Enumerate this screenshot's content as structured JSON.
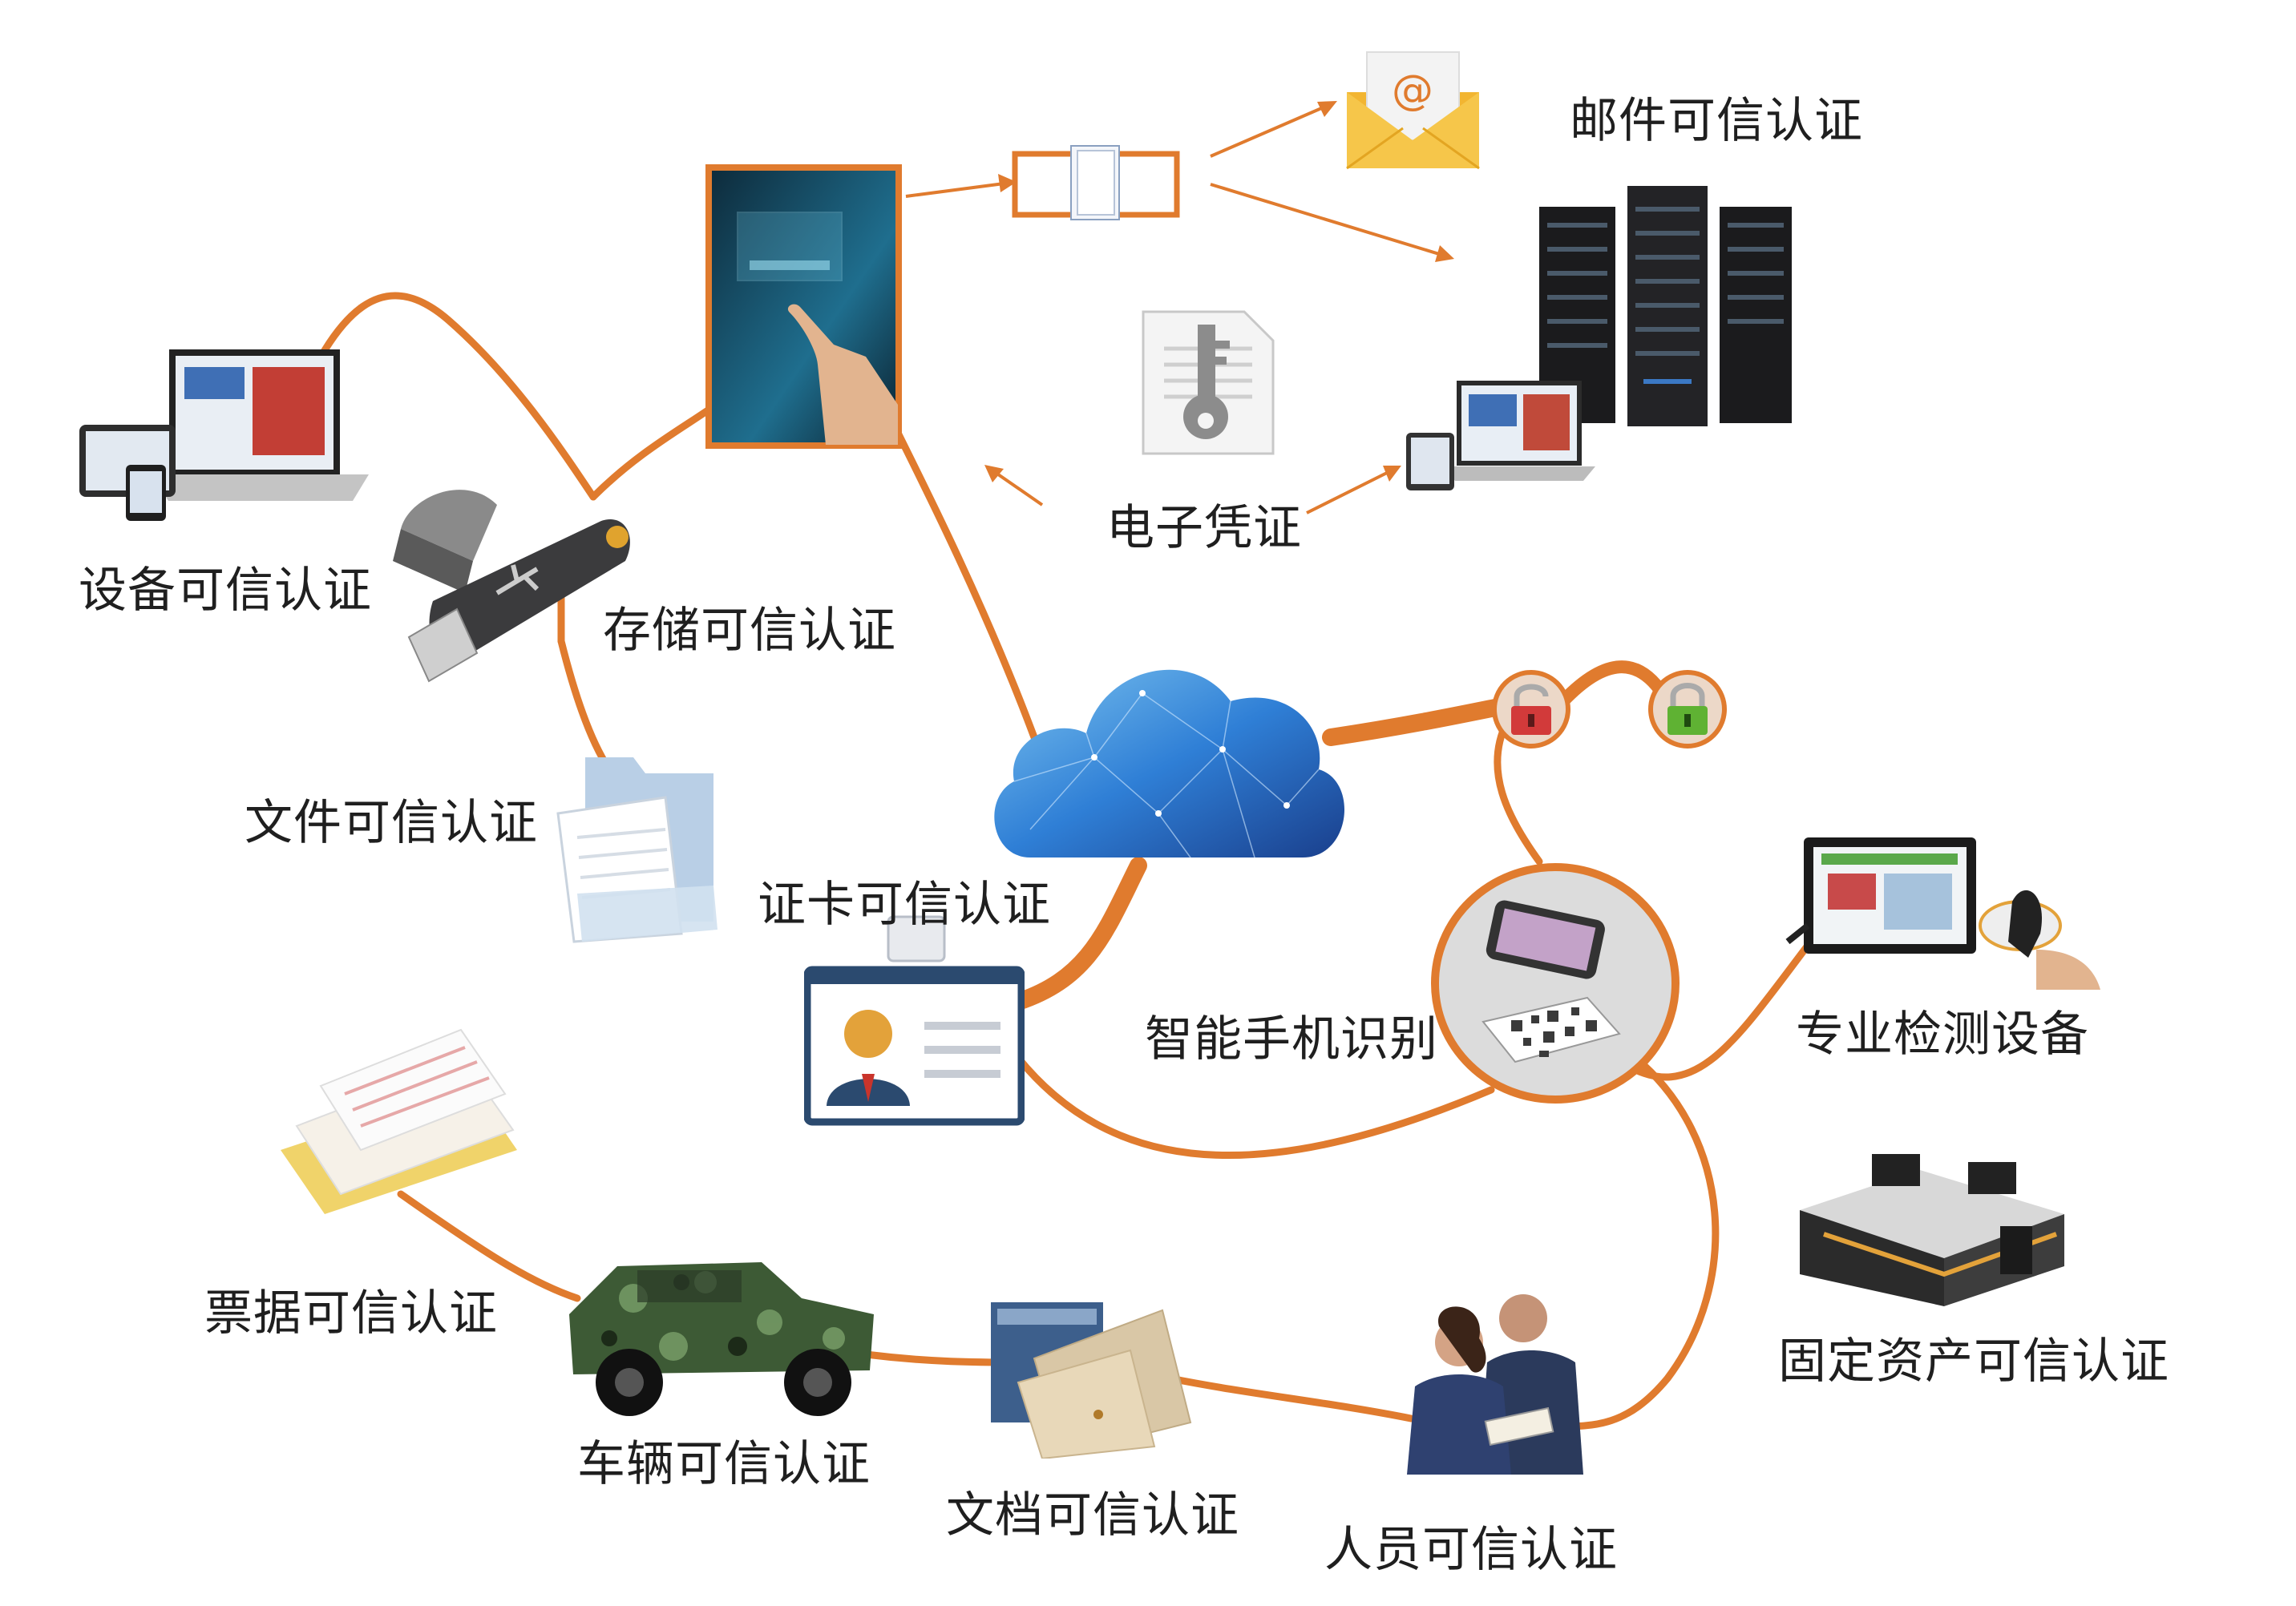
{
  "labels": {
    "mail": "邮件可信认证",
    "device": "设备可信认证",
    "storage": "存储可信认证",
    "ecert": "电子凭证",
    "file": "文件可信认证",
    "card": "证卡可信认证",
    "phone": "智能手机识别",
    "detect": "专业检测设备",
    "ticket": "票据可信认证",
    "asset": "固定资产可信认证",
    "vehicle": "车辆可信认证",
    "archive": "文档可信认证",
    "person": "人员可信认证"
  },
  "icons": {
    "mail": "at-sign-envelope-icon"
  },
  "colors": {
    "accent": "#E07B2E",
    "cloud": "#2F7FD6",
    "lock_red": "#D23A3A",
    "lock_green": "#5FB233",
    "frame": "#2B4A6F"
  }
}
